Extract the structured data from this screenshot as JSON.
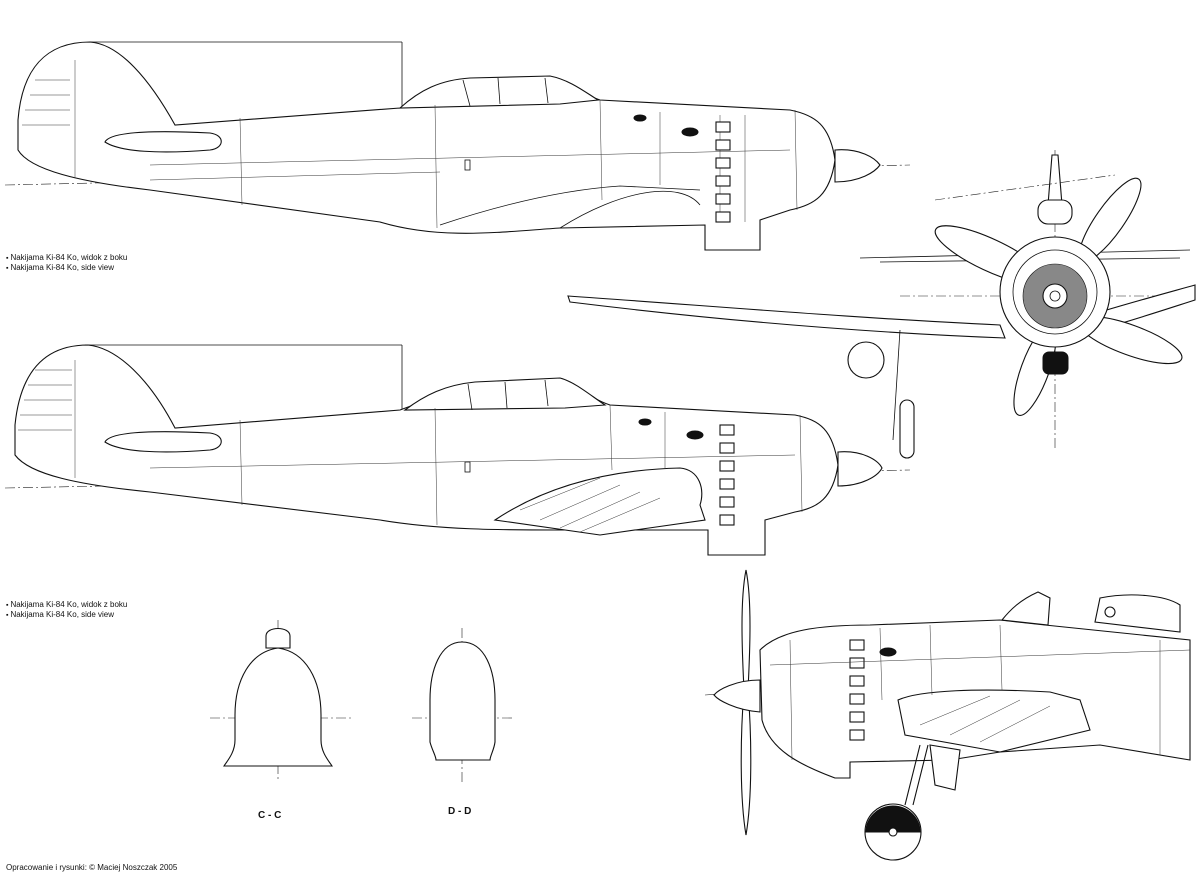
{
  "captions": {
    "side_view_1": {
      "line_pl": "Nakijama Ki-84 Ko, widok z boku",
      "line_en": "Nakijama Ki-84 Ko, side view"
    },
    "side_view_2": {
      "line_pl": "Nakijama Ki-84 Ko, widok z boku",
      "line_en": "Nakijama Ki-84 Ko, side view"
    }
  },
  "sections": {
    "cc": "C - C",
    "dd": "D - D"
  },
  "credit": "Opracowanie i rysunki: © Maciej Noszczak 2005"
}
